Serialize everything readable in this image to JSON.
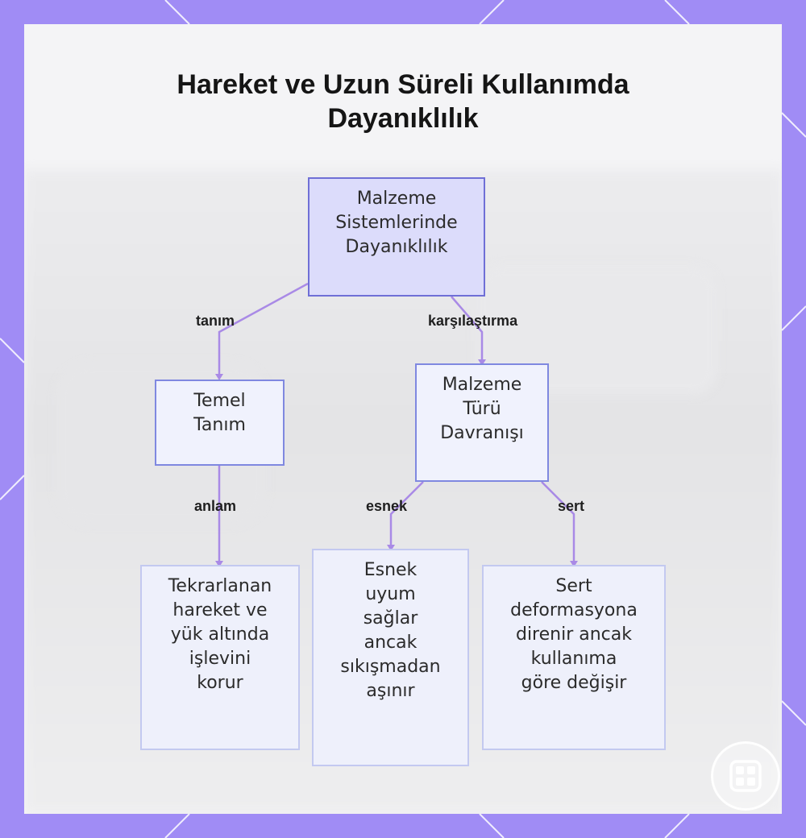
{
  "title": {
    "line1": "Hareket ve Uzun Süreli Kullanımda",
    "line2": "Dayanıklılık"
  },
  "colors": {
    "frame": "#a08cf5",
    "panel": "#f4f4f6",
    "root_fill": "#dcdcfb",
    "root_border": "#6f6fd6",
    "connector": "#a98ae6"
  },
  "nodes": {
    "root": {
      "lines": [
        "Malzeme",
        "Sistemlerinde",
        "Dayanıklılık"
      ]
    },
    "definition": {
      "lines": [
        "Temel",
        "Tanım"
      ]
    },
    "material_behavior": {
      "lines": [
        "Malzeme",
        "Türü",
        "Davranışı"
      ]
    },
    "meaning": {
      "lines": [
        "Tekrarlanan",
        "hareket ve",
        "yük altında",
        "işlevini",
        "korur"
      ]
    },
    "flexible": {
      "lines": [
        "Esnek",
        "uyum",
        "sağlar",
        "ancak",
        "sıkışmadan",
        "aşınır"
      ]
    },
    "rigid": {
      "lines": [
        "Sert",
        "deformasyona",
        "direnir ancak",
        "kullanıma",
        "göre değişir"
      ]
    }
  },
  "edges": {
    "tanim": "tanım",
    "karsilastirma": "karşılaştırma",
    "anlam": "anlam",
    "esnek": "esnek",
    "sert": "sert"
  },
  "logo_icon": "grid-app-icon"
}
